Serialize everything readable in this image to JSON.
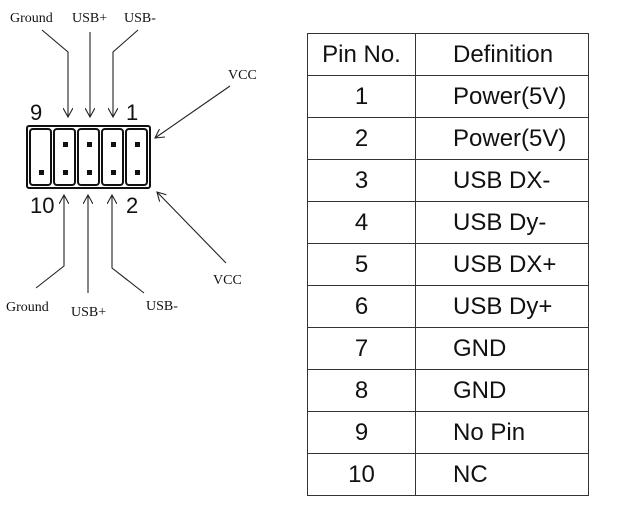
{
  "diagram": {
    "top_labels": {
      "ground": "Ground",
      "usb_plus": "USB+",
      "usb_minus": "USB-",
      "vcc": "VCC"
    },
    "bottom_labels": {
      "ground": "Ground",
      "usb_plus": "USB+",
      "usb_minus": "USB-",
      "vcc": "VCC"
    },
    "pin_numbers": {
      "top_left": "9",
      "top_right": "1",
      "bottom_left": "10",
      "bottom_right": "2"
    }
  },
  "table": {
    "headers": {
      "pin": "Pin No.",
      "definition": "Definition"
    },
    "rows": [
      {
        "pin": "1",
        "definition": "Power(5V)"
      },
      {
        "pin": "2",
        "definition": "Power(5V)"
      },
      {
        "pin": "3",
        "definition": "USB DX-"
      },
      {
        "pin": "4",
        "definition": "USB Dy-"
      },
      {
        "pin": "5",
        "definition": "USB DX+"
      },
      {
        "pin": "6",
        "definition": "USB Dy+"
      },
      {
        "pin": "7",
        "definition": "GND"
      },
      {
        "pin": "8",
        "definition": "GND"
      },
      {
        "pin": "9",
        "definition": "No Pin"
      },
      {
        "pin": "10",
        "definition": "NC"
      }
    ]
  }
}
